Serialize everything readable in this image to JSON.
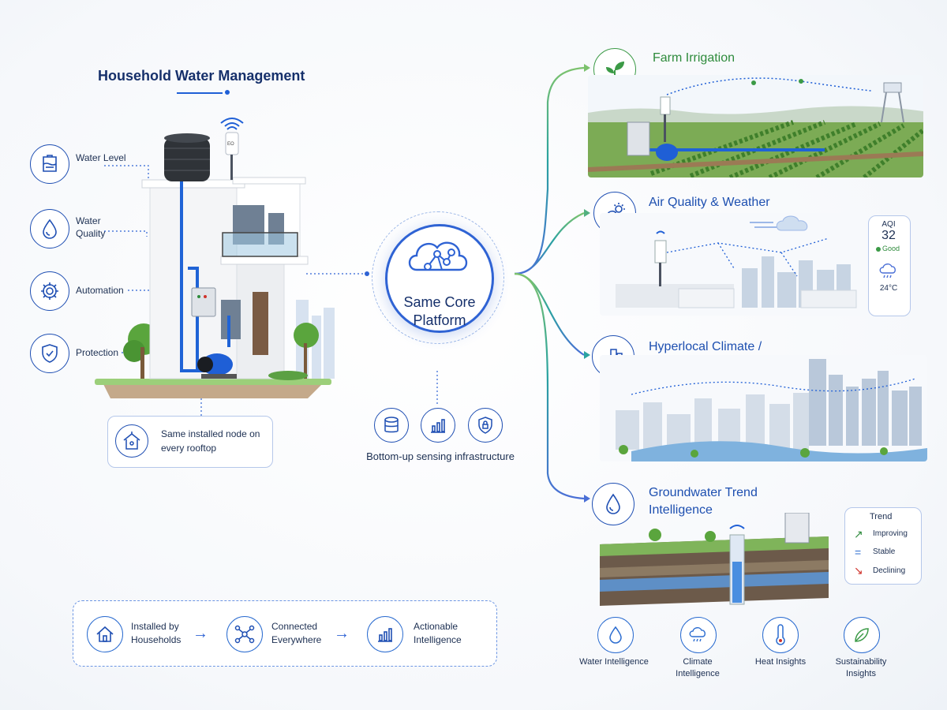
{
  "household": {
    "title": "Household Water Management",
    "features": [
      {
        "label": "Water Level",
        "icon": "water-tank-icon"
      },
      {
        "label": "Water Quality",
        "icon": "droplet-icon"
      },
      {
        "label": "Automation",
        "icon": "gear-icon"
      },
      {
        "label": "Protection",
        "icon": "shield-check-icon"
      }
    ],
    "node_card": "Same installed node on every rooftop",
    "sensor_label": "EO"
  },
  "hub": {
    "label": "Same Core Platform",
    "infrastructure_label": "Bottom-up sensing infrastructure",
    "infrastructure_icons": [
      "database-icon",
      "bar-chart-icon",
      "shield-lock-icon"
    ]
  },
  "flow": {
    "steps": [
      {
        "label": "Installed by Households",
        "icon": "house-icon"
      },
      {
        "label": "Connected Everywhere",
        "icon": "network-icon"
      },
      {
        "label": "Actionable Intelligence",
        "icon": "bar-chart-icon"
      }
    ]
  },
  "applications": [
    {
      "title": "Farm Irrigation",
      "icon": "leaf-sprout-icon"
    },
    {
      "title": "Air Quality & Weather",
      "icon": "cloud-sun-icon"
    },
    {
      "title": "Hyperlocal Climate / Water Data",
      "icon": "city-pin-icon"
    },
    {
      "title": "Groundwater Trend Intelligence",
      "icon": "droplet-icon"
    }
  ],
  "aqi": {
    "label": "AQI",
    "value": "32",
    "status": "Good",
    "temp": "24°C"
  },
  "trend": {
    "title": "Trend",
    "items": [
      {
        "label": "Improving",
        "symbol": "↗",
        "color": "#2e8b3c"
      },
      {
        "label": "Stable",
        "symbol": "=",
        "color": "#2b6cd0"
      },
      {
        "label": "Declining",
        "symbol": "↘",
        "color": "#d0342c"
      }
    ]
  },
  "insights": [
    {
      "label": "Water Intelligence",
      "icon": "droplet-icon"
    },
    {
      "label": "Climate Intelligence",
      "icon": "cloud-rain-icon"
    },
    {
      "label": "Heat Insights",
      "icon": "thermometer-icon"
    },
    {
      "label": "Sustainability Insights",
      "icon": "leaf-icon"
    }
  ],
  "colors": {
    "primary": "#1f4fb3",
    "accent": "#2f63d4",
    "green": "#3b9a46",
    "teal": "#2aa3a0"
  }
}
